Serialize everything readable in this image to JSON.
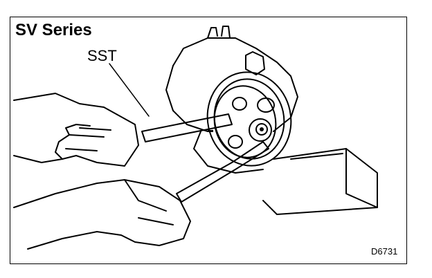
{
  "title": "SV Series",
  "label_sst": "SST",
  "figure_code": "D6731"
}
